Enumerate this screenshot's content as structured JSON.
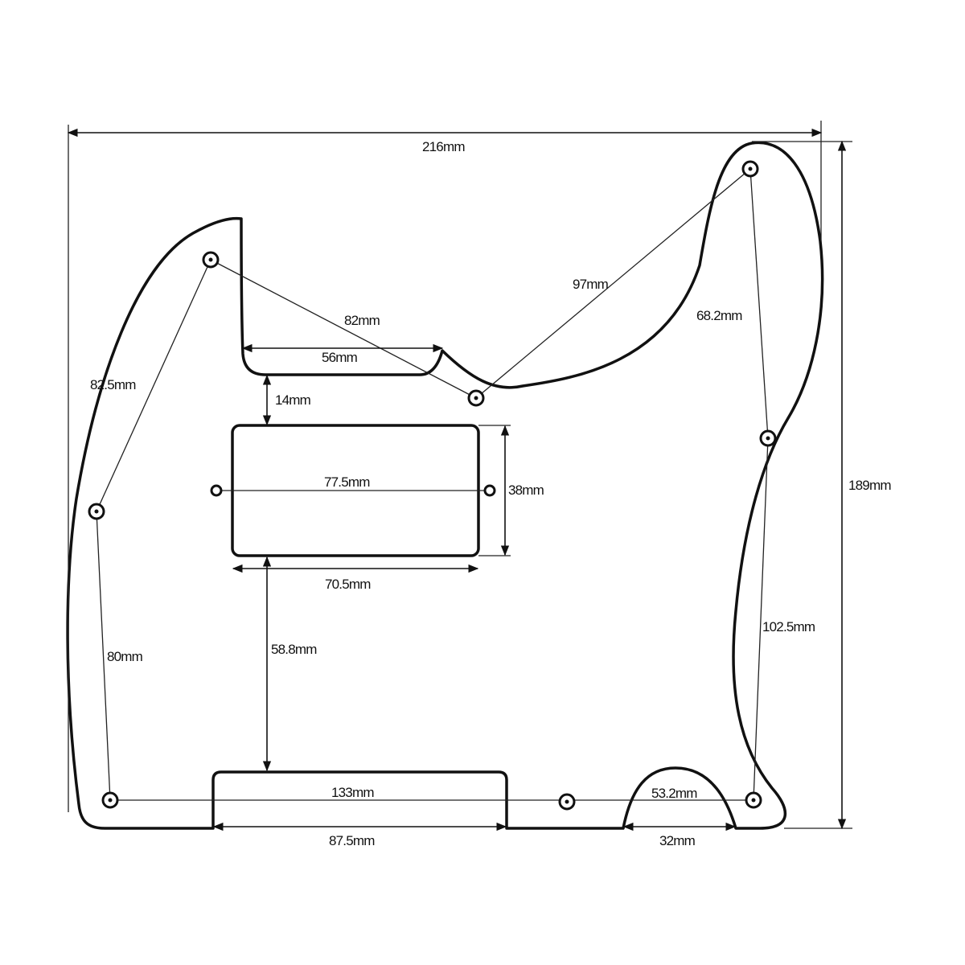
{
  "dimensions": {
    "width": "216mm",
    "height": "189mm",
    "neck_to_mid": "82mm",
    "neck_pocket": "56mm",
    "upper_right": "97mm",
    "left_upper": "82.5mm",
    "right_upper": "68.2mm",
    "pickup_gap": "14mm",
    "pickup_mount": "77.5mm",
    "pickup_height": "38mm",
    "pickup_width": "70.5mm",
    "pickup_to_bottom": "58.8mm",
    "left_lower": "80mm",
    "right_lower": "102.5mm",
    "bottom_holes": "133mm",
    "bottom_cutout": "87.5mm",
    "control_arc": "53.2mm",
    "control_width": "32mm"
  }
}
